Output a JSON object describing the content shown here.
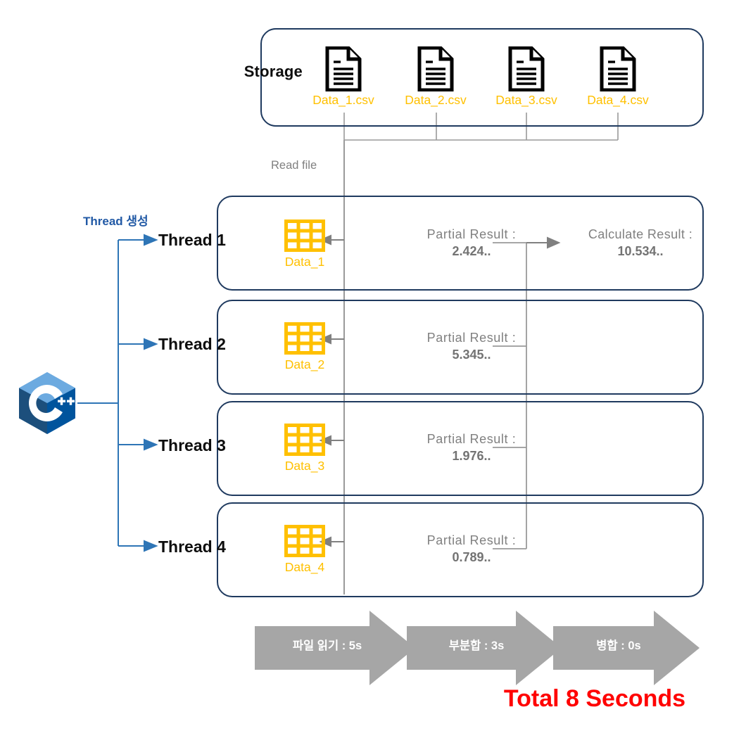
{
  "diagram": {
    "title_colors": {
      "file_text": "#FFC000",
      "border": "#1F3A5F",
      "thread_arrow": "#2E75B6",
      "thread_create_text": "#2159A5",
      "result_text": "#808080",
      "phase_fill": "#A6A6A6",
      "total_text": "#FF0000"
    }
  },
  "storage": {
    "label": "Storage",
    "files": [
      {
        "name": "Data_1.csv",
        "icon": "document-icon"
      },
      {
        "name": "Data_2.csv",
        "icon": "document-icon"
      },
      {
        "name": "Data_3.csv",
        "icon": "document-icon"
      },
      {
        "name": "Data_4.csv",
        "icon": "document-icon"
      }
    ]
  },
  "connectors": {
    "read_file_label": "Read file",
    "thread_create_label": "Thread 생성"
  },
  "threads": [
    {
      "label": "Thread 1",
      "table_name": "Data_1",
      "partial_title": "Partial Result :",
      "partial_value": "2.424..",
      "calculate_title": "Calculate Result :",
      "calculate_value": "10.534.."
    },
    {
      "label": "Thread 2",
      "table_name": "Data_2",
      "partial_title": "Partial Result :",
      "partial_value": "5.345.."
    },
    {
      "label": "Thread 3",
      "table_name": "Data_3",
      "partial_title": "Partial Result :",
      "partial_value": "1.976.."
    },
    {
      "label": "Thread 4",
      "table_name": "Data_4",
      "partial_title": "Partial Result :",
      "partial_value": "0.789.."
    }
  ],
  "phases": [
    {
      "label": "파일 읽기 : 5s"
    },
    {
      "label": "부분합 : 3s"
    },
    {
      "label": "병합 : 0s"
    }
  ],
  "total": {
    "label": "Total 8 Seconds"
  },
  "logo": {
    "name": "cpp-logo",
    "text": "C++"
  }
}
